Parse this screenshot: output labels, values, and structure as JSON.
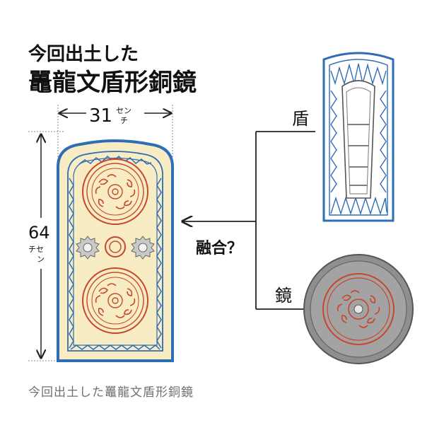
{
  "figure": {
    "title_line1": "今回出土した",
    "title_line2": "鼉龍文盾形銅鏡",
    "width_value": "31",
    "width_unit_line1": "セン",
    "width_unit_line2": "チ",
    "height_value": "64",
    "height_unit_line1": "チセ",
    "height_unit_line2": "ン",
    "label_shield": "盾",
    "label_mirror": "鏡",
    "label_fusion": "融合？",
    "colors": {
      "blue": "#2f6db5",
      "cream": "#f7ecc4",
      "red": "#c8462a",
      "gray_disc": "#8f8f8f",
      "dark_ring": "#555555"
    }
  },
  "caption": "今回出土した鼉龍文盾形銅鏡"
}
